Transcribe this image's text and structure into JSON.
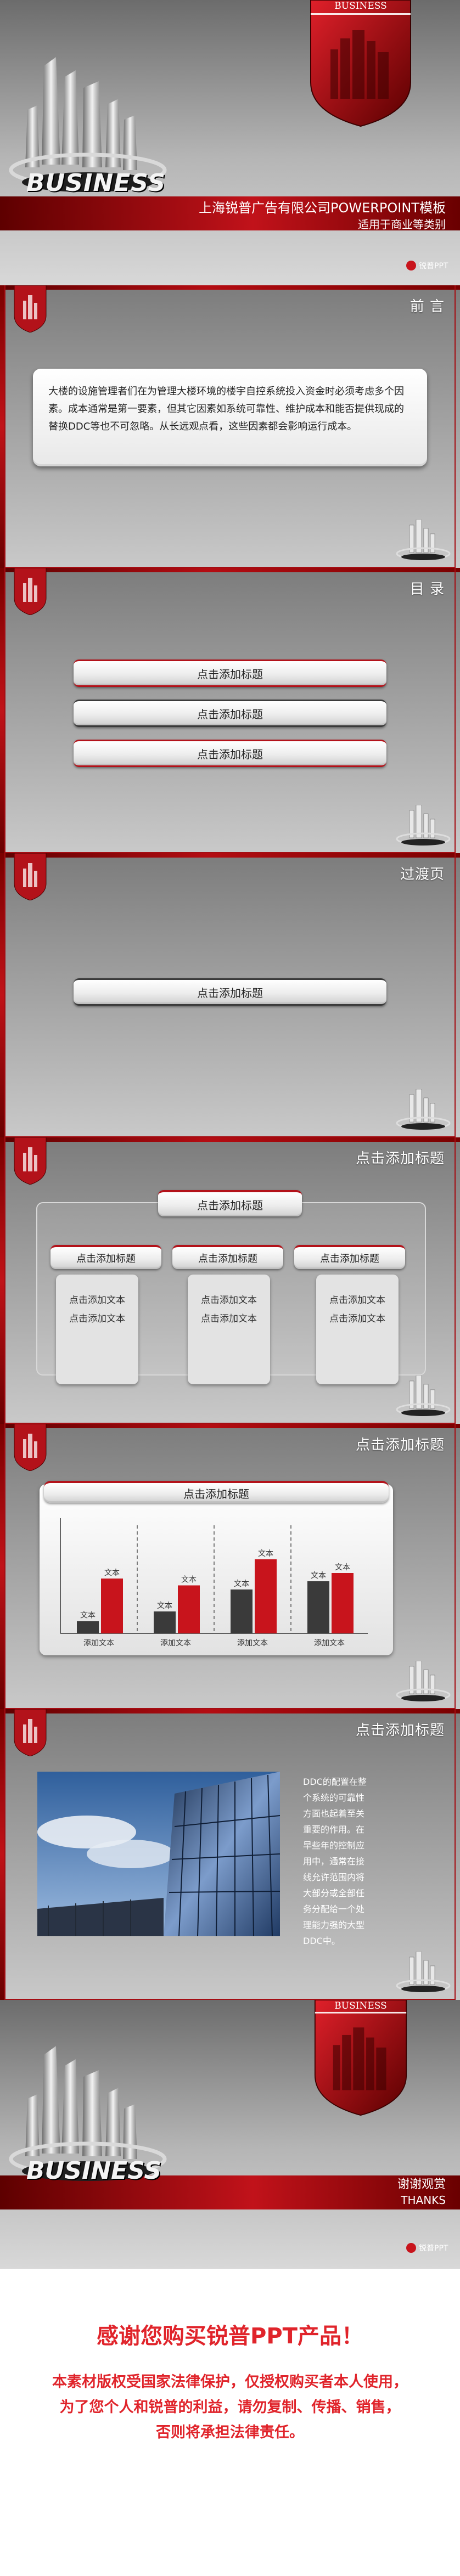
{
  "cover": {
    "shield_label": "BUSINESS",
    "logo_word": "BUSINESS",
    "company_title": "上海锐普广告有限公司POWERPOINT模板",
    "subtitle": "适用于商业等类别",
    "brand": "锐普PPT"
  },
  "preface": {
    "title": "前 言",
    "body": "大楼的设施管理者们在为管理大楼环境的楼宇自控系统投入资金时必须考虑多个因素。成本通常是第一要素，但其它因素如系统可靠性、维护成本和能否提供现成的替换DDC等也不可忽略。从长远观点看，这些因素都会影响运行成本。"
  },
  "toc": {
    "title": "目 录",
    "items": [
      "点击添加标题",
      "点击添加标题",
      "点击添加标题"
    ]
  },
  "transition": {
    "title": "过渡页",
    "item": "点击添加标题"
  },
  "three_col": {
    "title": "点击添加标题",
    "main_label": "点击添加标题",
    "columns": [
      {
        "header": "点击添加标题",
        "lines": [
          "点击添加文本",
          "点击添加文本"
        ]
      },
      {
        "header": "点击添加标题",
        "lines": [
          "点击添加文本",
          "点击添加文本"
        ]
      },
      {
        "header": "点击添加标题",
        "lines": [
          "点击添加文本",
          "点击添加文本"
        ]
      }
    ]
  },
  "chart_slide": {
    "title": "点击添加标题",
    "header": "点击添加标题"
  },
  "chart_data": {
    "type": "bar",
    "title": "点击添加标题",
    "categories": [
      "添加文本",
      "添加文本",
      "添加文本",
      "添加文本"
    ],
    "series": [
      {
        "name": "",
        "values": [
          0.9,
          1.6,
          3.2,
          3.8
        ],
        "labels": [
          "文本",
          "文本",
          "文本",
          "文本"
        ]
      },
      {
        "name": "",
        "values": [
          4.0,
          3.5,
          5.4,
          4.4
        ],
        "labels": [
          "文本",
          "文本",
          "文本",
          "文本"
        ]
      }
    ],
    "ylim": [
      0,
      8
    ],
    "colors": [
      "#3a3a3a",
      "#c8141c"
    ]
  },
  "photo_slide": {
    "title": "点击添加标题",
    "body": "DDC的配置在整个系统的可靠性方面也起着至关重要的作用。在早些年的控制应用中，通常在接线允许范围内将大部分或全部任务分配给一个处理能力强的大型DDC中。"
  },
  "ending": {
    "shield_label": "BUSINESS",
    "logo_word": "BUSINESS",
    "thanks_cn": "谢谢观赏",
    "thanks_en": "THANKS",
    "brand": "锐普PPT"
  },
  "notice": {
    "headline": "感谢您购买锐普PPT产品！",
    "lines": [
      "本素材版权受国家法律保护，仅授权购买者本人使用，",
      "为了您个人和锐普的利益，请勿复制、传播、销售，",
      "否则将承担法律责任。"
    ]
  },
  "colors": {
    "accent_red": "#b3121a",
    "notice_red": "#e0242b"
  }
}
